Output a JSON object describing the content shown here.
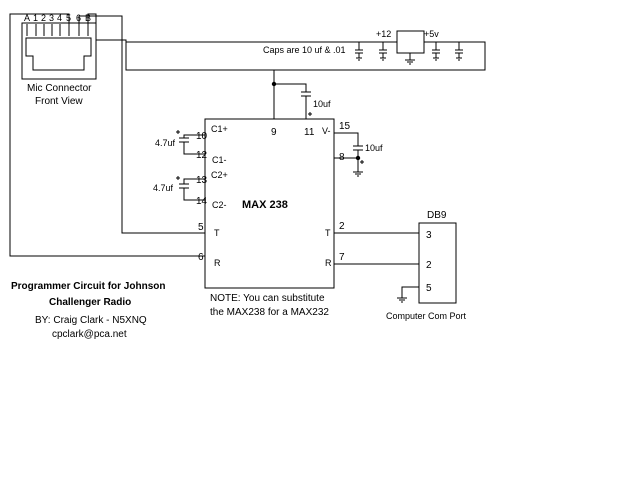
{
  "mic_connector": {
    "pin_labels": [
      "A",
      "1",
      "2",
      "3",
      "4",
      "5",
      "6",
      "B"
    ],
    "caption_line1": "Mic Connector",
    "caption_line2": "Front View"
  },
  "power": {
    "v12_label": "+12",
    "v5_label": "+5v",
    "caps_note": "Caps are 10 uf  & .01"
  },
  "chip": {
    "name": "MAX 238",
    "top_pins": {
      "p9": "9",
      "p11": "11",
      "p15": "15"
    },
    "left_pins": {
      "p10": "10",
      "p12": "12",
      "p13": "13",
      "p14": "14",
      "p5": "5",
      "p6": "6"
    },
    "right_pins": {
      "p8": "8",
      "p2": "2",
      "p7": "7"
    },
    "inner_labels": {
      "c1p": "C1+",
      "c1m": "C1-",
      "c2p": "C2+",
      "c2m": "C2-",
      "vminus": "V-",
      "t_left": "T",
      "r_left": "R",
      "t_right": "T",
      "r_right": "R"
    },
    "note_line1": "NOTE: You can substitute",
    "note_line2": "the MAX238 for a MAX232"
  },
  "capacitors": {
    "c_top": "10uf",
    "c_vminus": "10uf",
    "c1": "4.7uf",
    "c2": "4.7uf"
  },
  "db9": {
    "title": "DB9",
    "pins": {
      "p3": "3",
      "p2": "2",
      "p5": "5"
    },
    "caption": "Computer Com Port"
  },
  "credits": {
    "title_line1": "Programmer Circuit for Johnson",
    "title_line2": "Challenger Radio",
    "by": "BY:  Craig Clark - N5XNQ",
    "email": "cpclark@pca.net"
  }
}
